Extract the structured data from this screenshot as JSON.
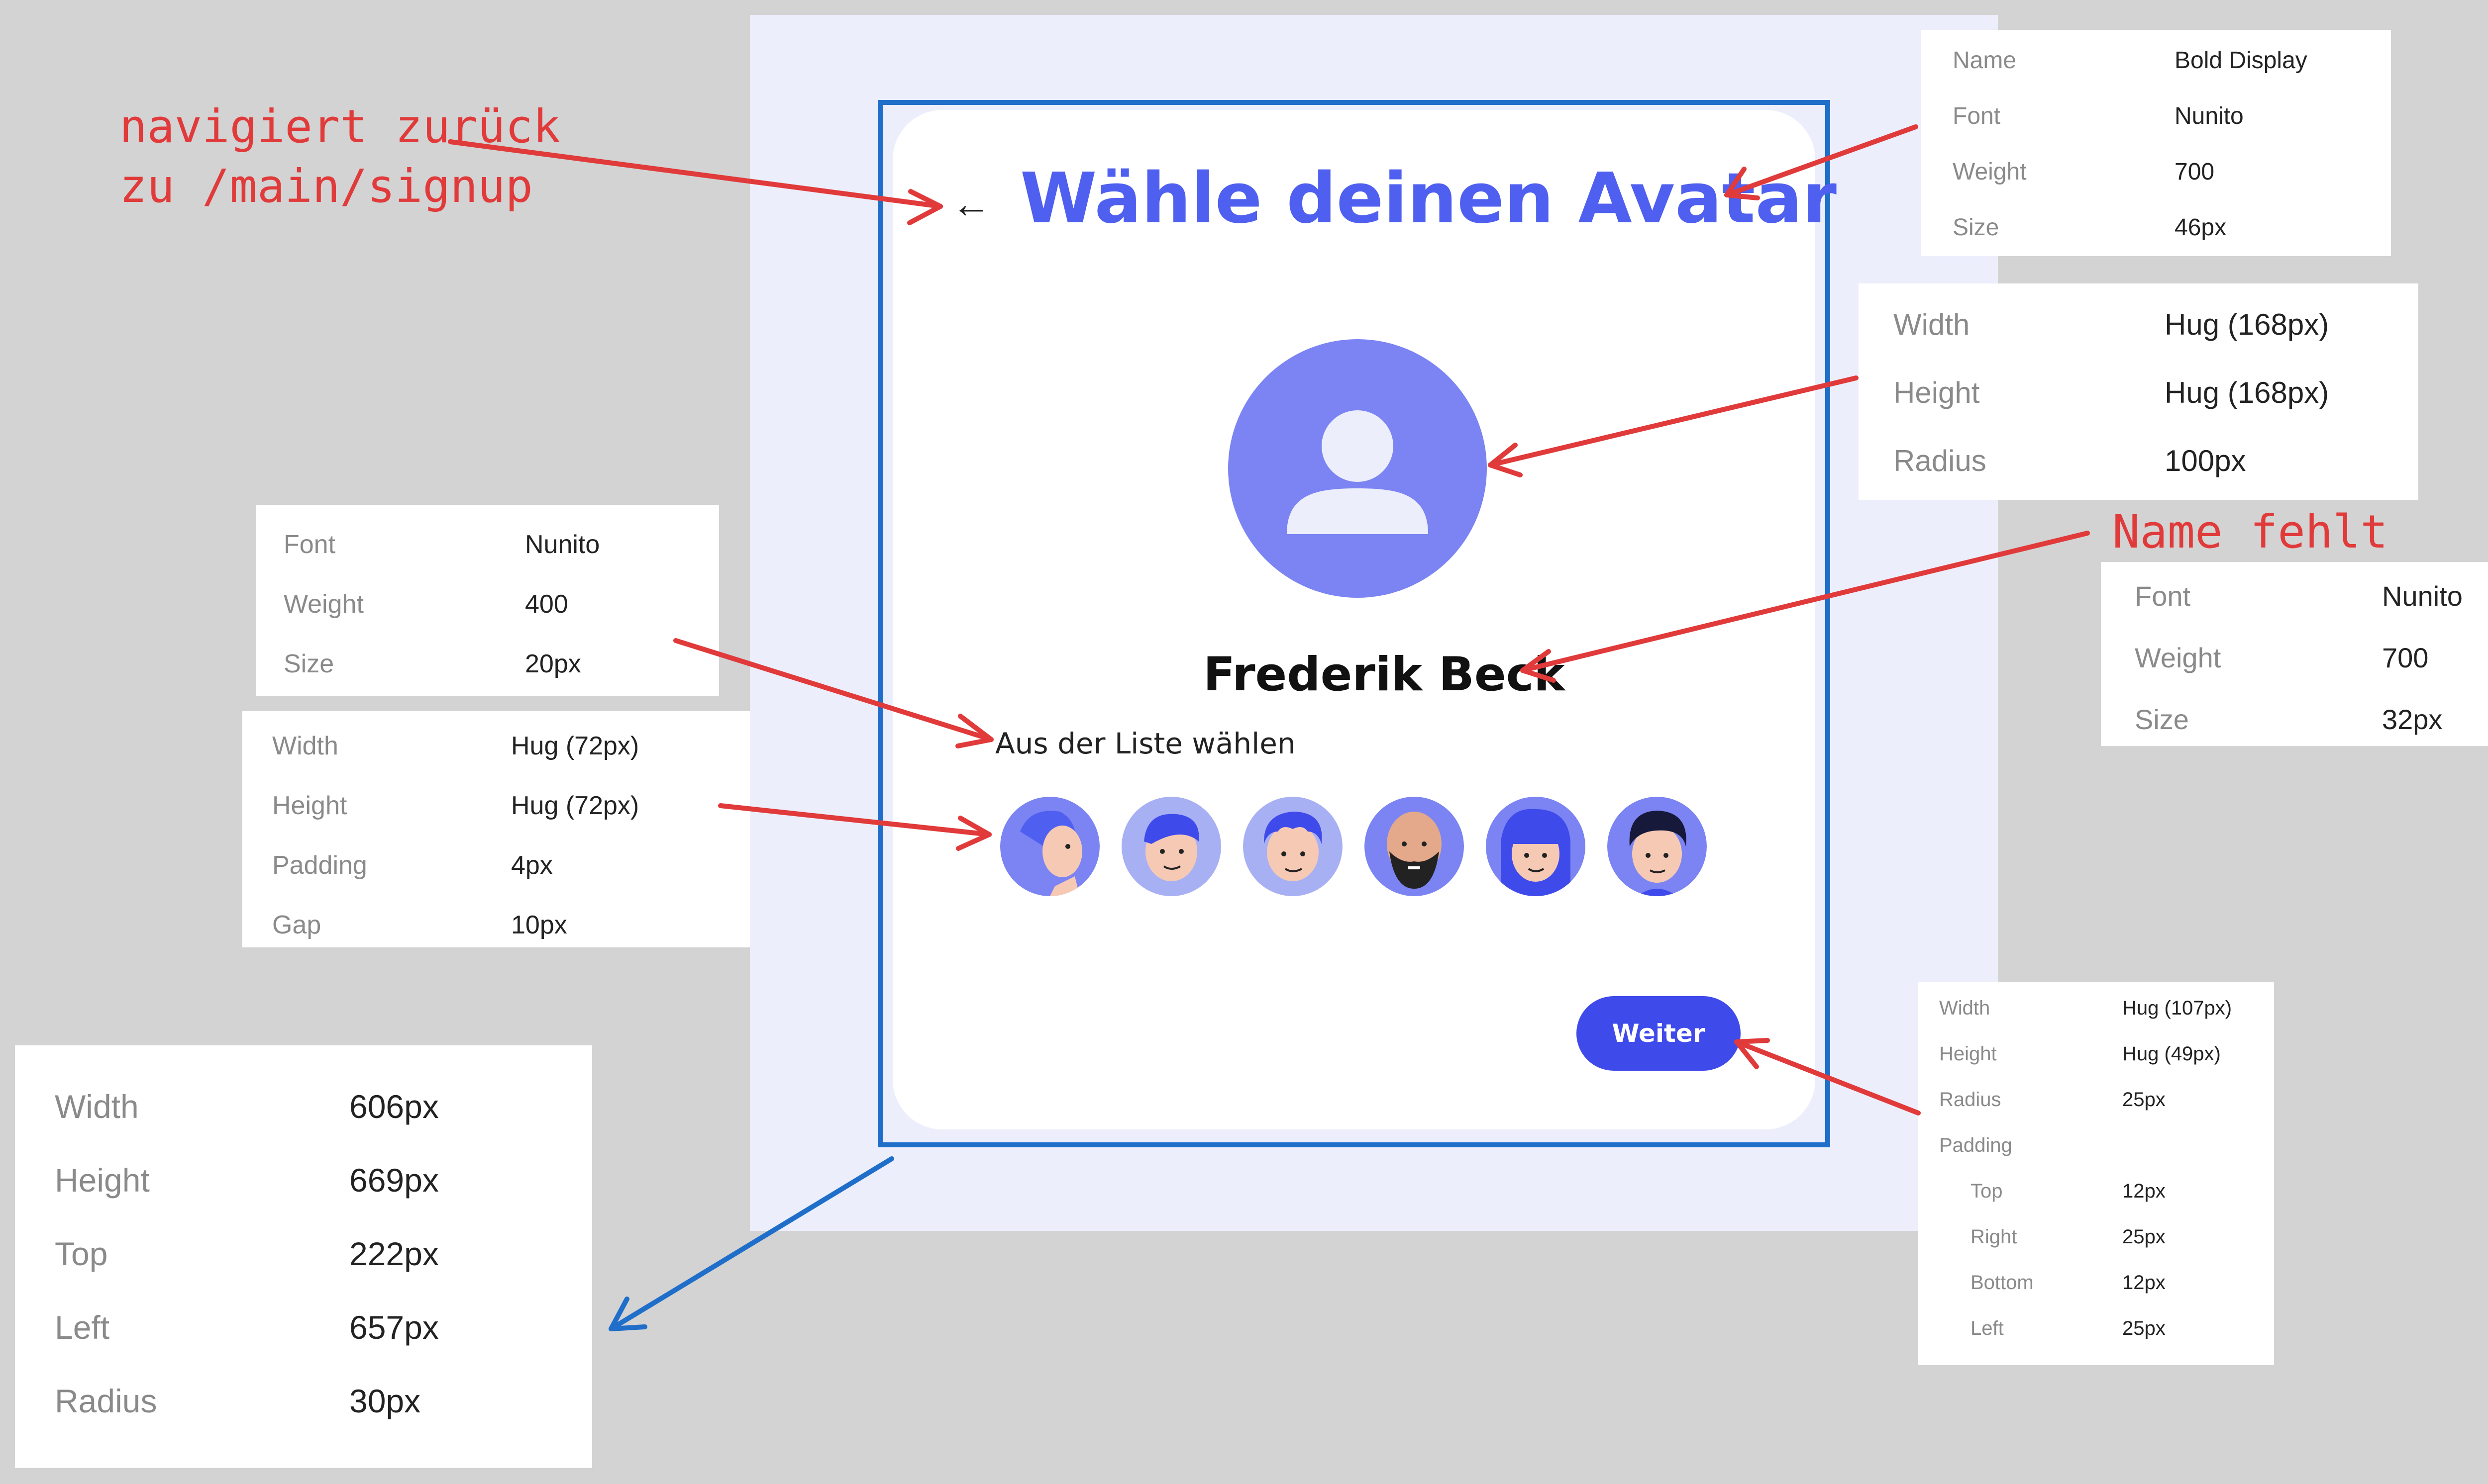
{
  "screen": {
    "back_arrow": "←",
    "title": "Wähle deinen Avatar",
    "user_name": "Frederik Beck",
    "list_label": "Aus der Liste wählen",
    "next_button": "Weiter"
  },
  "annotations": {
    "back_note": [
      "navigiert zurück",
      "zu /main/signup"
    ],
    "name_note": "Name fehlt"
  },
  "specs": {
    "title_spec": [
      [
        "Name",
        "Bold Display"
      ],
      [
        "Font",
        "Nunito"
      ],
      [
        "Weight",
        "700"
      ],
      [
        "Size",
        "46px"
      ]
    ],
    "avatar_spec": [
      [
        "Width",
        "Hug (168px)"
      ],
      [
        "Height",
        "Hug (168px)"
      ],
      [
        "Radius",
        "100px"
      ]
    ],
    "name_spec": [
      [
        "Font",
        "Nunito"
      ],
      [
        "Weight",
        "700"
      ],
      [
        "Size",
        "32px"
      ]
    ],
    "label_spec": [
      [
        "Font",
        "Nunito"
      ],
      [
        "Weight",
        "400"
      ],
      [
        "Size",
        "20px"
      ]
    ],
    "list_spec": [
      [
        "Width",
        "Hug (72px)"
      ],
      [
        "Height",
        "Hug (72px)"
      ],
      [
        "Padding",
        "4px"
      ],
      [
        "Gap",
        "10px"
      ]
    ],
    "frame_spec": [
      [
        "Width",
        "606px"
      ],
      [
        "Height",
        "669px"
      ],
      [
        "Top",
        "222px"
      ],
      [
        "Left",
        "657px"
      ],
      [
        "Radius",
        "30px"
      ]
    ],
    "button_spec": [
      [
        "Width",
        "Hug (107px)"
      ],
      [
        "Height",
        "Hug (49px)"
      ],
      [
        "Radius",
        "25px"
      ],
      [
        "Padding",
        ""
      ],
      [
        "Top",
        "12px"
      ],
      [
        "Right",
        "25px"
      ],
      [
        "Bottom",
        "12px"
      ],
      [
        "Left",
        "25px"
      ]
    ]
  },
  "colors": {
    "accent": "#4f5ff0",
    "button": "#3f4aea",
    "annotation_red": "#e03a3a",
    "frame_blue": "#1f6ec9"
  },
  "avatars": [
    "avatar-woman-purple-hair",
    "avatar-man-blue-hair",
    "avatar-man-curly-hair",
    "avatar-man-bald-beard",
    "avatar-woman-bangs",
    "avatar-man-dark-hair"
  ]
}
